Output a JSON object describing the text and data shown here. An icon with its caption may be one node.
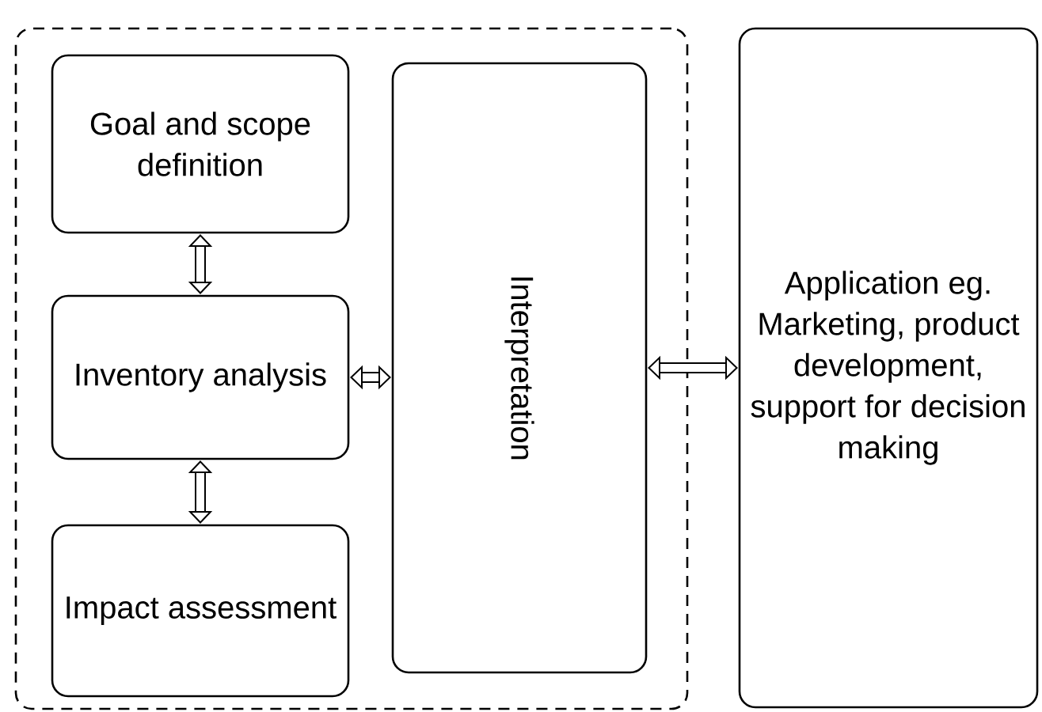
{
  "diagram": {
    "nodes": [
      {
        "text": [],
        "shape": "box"
      },
      {
        "text": [
          "Goal and scope definition"
        ],
        "in": 0
      },
      {
        "text": [
          "Inventory analysis"
        ],
        "in": 0
      },
      {
        "text": [
          "Impact assessment"
        ],
        "in": 0
      },
      {
        "text": [
          "Interpretation"
        ],
        "in": 0
      },
      {
        "text": [
          "Application eg. Marketing, product development, support for decision making"
        ]
      }
    ],
    "edges": [
      {
        "from": 1,
        "to": 2,
        "arrow": "both"
      },
      {
        "from": 2,
        "to": 3,
        "arrow": "both"
      },
      {
        "from": 2,
        "to": 4,
        "arrow": "both"
      },
      {
        "from": 4,
        "to": 5,
        "arrow": "both"
      }
    ]
  }
}
